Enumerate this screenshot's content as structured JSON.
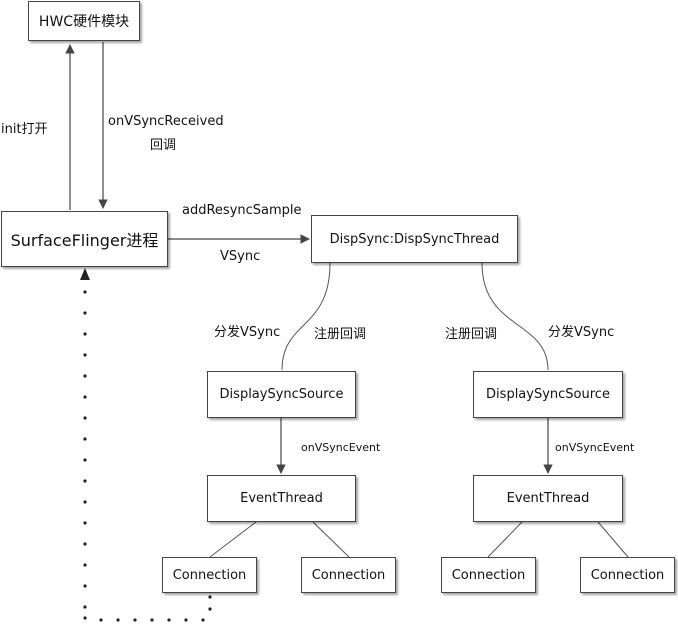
{
  "nodes": {
    "hwc": "HWC硬件模块",
    "surfaceflinger": "SurfaceFlinger进程",
    "dispsync": "DispSync:DispSyncThread",
    "source_left": "DisplaySyncSource",
    "source_right": "DisplaySyncSource",
    "eventthread_left": "EventThread",
    "eventthread_right": "EventThread",
    "conn_1": "Connection",
    "conn_2": "Connection",
    "conn_3": "Connection",
    "conn_4": "Connection"
  },
  "edges": {
    "init_open": "init打开",
    "on_vsync_received": "onVSyncReceived",
    "callback": "回调",
    "add_resync_sample": "addResyncSample",
    "vsync": "VSync",
    "dispatch_vsync_left": "分发VSync",
    "register_callback_left": "注册回调",
    "register_callback_right": "注册回调",
    "dispatch_vsync_right": "分发VSync",
    "on_vsync_event_left": "onVSyncEvent",
    "on_vsync_event_right": "onVSyncEvent"
  },
  "colors": {
    "line": "#444444",
    "box_border": "#444444",
    "dots": "#222222"
  }
}
